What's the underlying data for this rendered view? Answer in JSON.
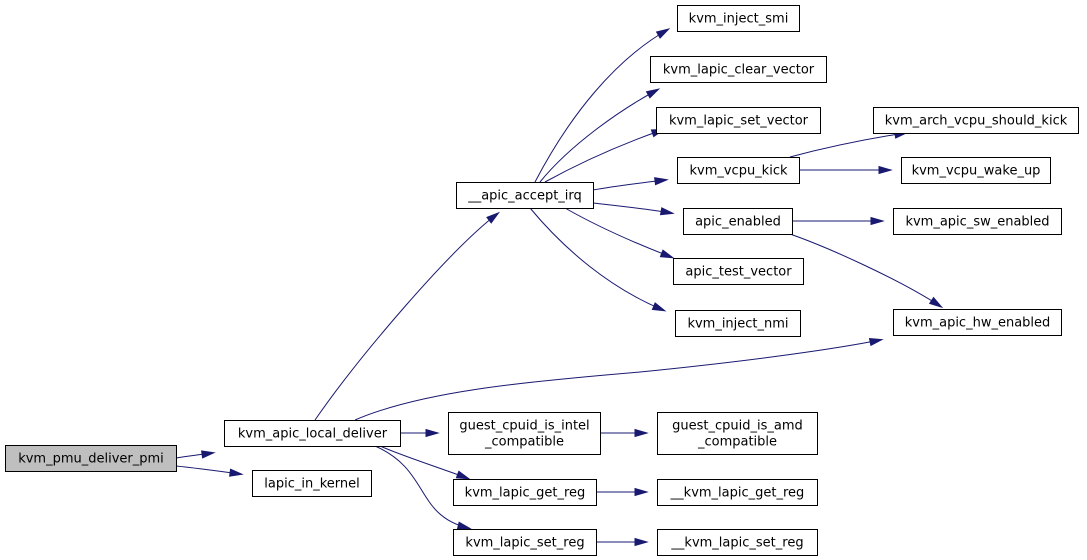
{
  "graph": {
    "edge_color": "#191970",
    "root_fill": "#bfbfbf",
    "nodes": [
      {
        "id": "kvm_pmu_deliver_pmi",
        "lines": [
          "kvm_pmu_deliver_pmi"
        ],
        "root": true
      },
      {
        "id": "kvm_apic_local_deliver",
        "lines": [
          "kvm_apic_local_deliver"
        ]
      },
      {
        "id": "lapic_in_kernel",
        "lines": [
          "lapic_in_kernel"
        ]
      },
      {
        "id": "__apic_accept_irq",
        "lines": [
          "__apic_accept_irq"
        ]
      },
      {
        "id": "kvm_apic_hw_enabled",
        "lines": [
          "kvm_apic_hw_enabled"
        ]
      },
      {
        "id": "guest_cpuid_is_intel_compatible",
        "lines": [
          "guest_cpuid_is_intel",
          "_compatible"
        ]
      },
      {
        "id": "kvm_lapic_get_reg",
        "lines": [
          "kvm_lapic_get_reg"
        ]
      },
      {
        "id": "kvm_lapic_set_reg",
        "lines": [
          "kvm_lapic_set_reg"
        ]
      },
      {
        "id": "kvm_inject_smi",
        "lines": [
          "kvm_inject_smi"
        ]
      },
      {
        "id": "kvm_lapic_clear_vector",
        "lines": [
          "kvm_lapic_clear_vector"
        ]
      },
      {
        "id": "kvm_lapic_set_vector",
        "lines": [
          "kvm_lapic_set_vector"
        ]
      },
      {
        "id": "kvm_vcpu_kick",
        "lines": [
          "kvm_vcpu_kick"
        ]
      },
      {
        "id": "apic_enabled",
        "lines": [
          "apic_enabled"
        ]
      },
      {
        "id": "apic_test_vector",
        "lines": [
          "apic_test_vector"
        ]
      },
      {
        "id": "kvm_inject_nmi",
        "lines": [
          "kvm_inject_nmi"
        ]
      },
      {
        "id": "kvm_arch_vcpu_should_kick",
        "lines": [
          "kvm_arch_vcpu_should_kick"
        ]
      },
      {
        "id": "kvm_vcpu_wake_up",
        "lines": [
          "kvm_vcpu_wake_up"
        ]
      },
      {
        "id": "kvm_apic_sw_enabled",
        "lines": [
          "kvm_apic_sw_enabled"
        ]
      },
      {
        "id": "guest_cpuid_is_amd_compatible",
        "lines": [
          "guest_cpuid_is_amd",
          "_compatible"
        ]
      },
      {
        "id": "__kvm_lapic_get_reg",
        "lines": [
          "__kvm_lapic_get_reg"
        ]
      },
      {
        "id": "__kvm_lapic_set_reg",
        "lines": [
          "__kvm_lapic_set_reg"
        ]
      }
    ],
    "edges": [
      {
        "from": "kvm_pmu_deliver_pmi",
        "to": "kvm_apic_local_deliver"
      },
      {
        "from": "kvm_pmu_deliver_pmi",
        "to": "lapic_in_kernel"
      },
      {
        "from": "kvm_apic_local_deliver",
        "to": "__apic_accept_irq"
      },
      {
        "from": "kvm_apic_local_deliver",
        "to": "kvm_apic_hw_enabled"
      },
      {
        "from": "kvm_apic_local_deliver",
        "to": "guest_cpuid_is_intel_compatible"
      },
      {
        "from": "kvm_apic_local_deliver",
        "to": "kvm_lapic_get_reg"
      },
      {
        "from": "kvm_apic_local_deliver",
        "to": "kvm_lapic_set_reg"
      },
      {
        "from": "__apic_accept_irq",
        "to": "kvm_inject_smi"
      },
      {
        "from": "__apic_accept_irq",
        "to": "kvm_lapic_clear_vector"
      },
      {
        "from": "__apic_accept_irq",
        "to": "kvm_lapic_set_vector"
      },
      {
        "from": "__apic_accept_irq",
        "to": "kvm_vcpu_kick"
      },
      {
        "from": "__apic_accept_irq",
        "to": "apic_enabled"
      },
      {
        "from": "__apic_accept_irq",
        "to": "apic_test_vector"
      },
      {
        "from": "__apic_accept_irq",
        "to": "kvm_inject_nmi"
      },
      {
        "from": "kvm_vcpu_kick",
        "to": "kvm_arch_vcpu_should_kick"
      },
      {
        "from": "kvm_vcpu_kick",
        "to": "kvm_vcpu_wake_up"
      },
      {
        "from": "apic_enabled",
        "to": "kvm_apic_sw_enabled"
      },
      {
        "from": "apic_enabled",
        "to": "kvm_apic_hw_enabled"
      },
      {
        "from": "guest_cpuid_is_intel_compatible",
        "to": "guest_cpuid_is_amd_compatible"
      },
      {
        "from": "kvm_lapic_get_reg",
        "to": "__kvm_lapic_get_reg"
      },
      {
        "from": "kvm_lapic_set_reg",
        "to": "__kvm_lapic_set_reg"
      }
    ]
  }
}
